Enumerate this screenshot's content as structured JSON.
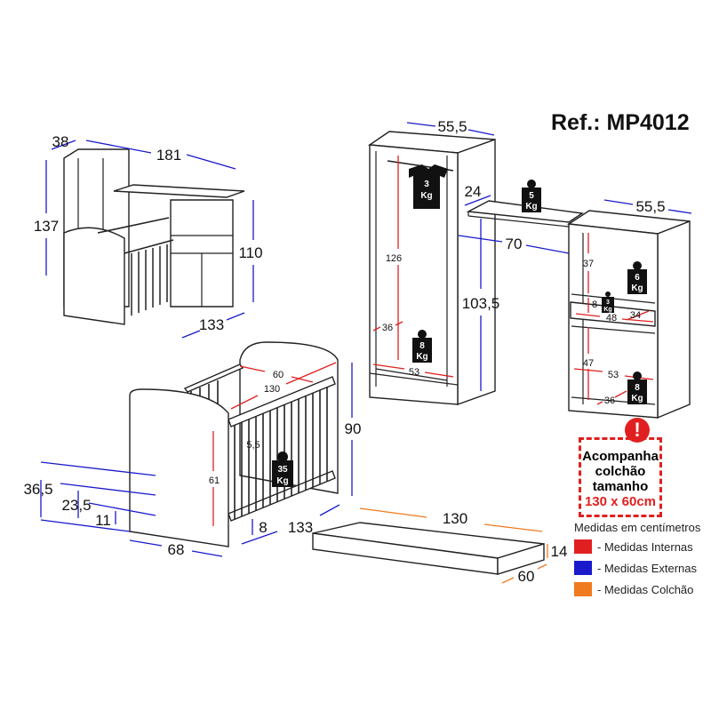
{
  "reference": "Ref.: MP4012",
  "combo_overview": {
    "depth": "38",
    "width": "181",
    "height": "137",
    "cabinet_height": "110",
    "crib_length": "133"
  },
  "wardrobe": {
    "width": "55,5",
    "hanging_height": "126",
    "inner_depth": "36",
    "inner_width": "53",
    "rod_load": {
      "value": "3",
      "unit": "Kg"
    },
    "floor_load": {
      "value": "8",
      "unit": "Kg"
    }
  },
  "desk": {
    "depth": "24",
    "span": "70",
    "height": "103,5",
    "load": {
      "value": "5",
      "unit": "Kg"
    }
  },
  "cabinet": {
    "width": "55,5",
    "upper_niche_height": "37",
    "drawer_height": "8",
    "drawer_width": "48",
    "drawer_depth": "34",
    "lower_niche_height": "47",
    "inner_width": "53",
    "inner_depth": "36",
    "shelf_load": {
      "value": "6",
      "unit": "Kg"
    },
    "drawer_load": {
      "value": "3",
      "unit": "Kg"
    },
    "floor_load": {
      "value": "8",
      "unit": "Kg"
    }
  },
  "crib": {
    "inner_width": "60",
    "inner_length": "130",
    "height": "90",
    "slat_gap": "5,5",
    "rail_height": "61",
    "load": {
      "value": "35",
      "unit": "Kg"
    },
    "floor_clearance": "8",
    "length": "133",
    "depth": "68",
    "level_high": "36,5",
    "level_mid": "23,5",
    "level_low": "11"
  },
  "mattress": {
    "length": "130",
    "height": "14",
    "width": "60"
  },
  "notice": {
    "line1": "Acompanha",
    "line2": "colchão",
    "line3": "tamanho",
    "size": "130 x 60cm",
    "icon": "alert-icon",
    "icon_glyph": "!"
  },
  "legend": {
    "title": "Medidas em centímetros",
    "items": [
      {
        "label": "- Medidas Internas",
        "color": "#e02020"
      },
      {
        "label": "- Medidas Externas",
        "color": "#1a1acc"
      },
      {
        "label": "- Medidas Colchão",
        "color": "#f07a20"
      }
    ]
  }
}
